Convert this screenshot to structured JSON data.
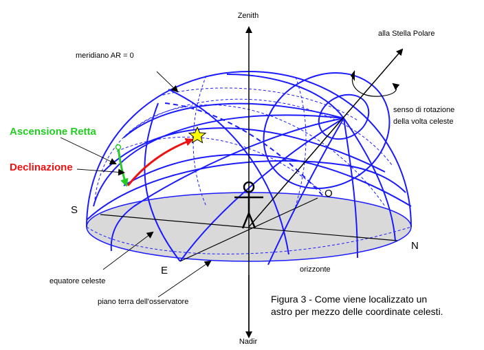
{
  "labels": {
    "zenith": "Zenith",
    "nadir": "Nadir",
    "polaris": "alla Stella Polare",
    "meridian": "meridiano AR = 0",
    "rotation_line1": "senso di rotazione",
    "rotation_line2": "della volta celeste",
    "right_ascension": "Ascensione Retta",
    "declination": "Declinazione",
    "south": "S",
    "north": "N",
    "east": "E",
    "west": "O",
    "horizon": "orizzonte",
    "celestial_equator": "equatore celeste",
    "observer_plane": "piano terra dell'osservatore"
  },
  "caption": {
    "line1": "Figura  3 - Come viene localizzato un",
    "line2": "astro per mezzo delle coordinate celesti."
  },
  "colors": {
    "grid": "#1a1aff",
    "right_ascension": "#22cc22",
    "declination": "#ee1111",
    "plane": "#d9d9d9",
    "star": "#ffff00"
  }
}
